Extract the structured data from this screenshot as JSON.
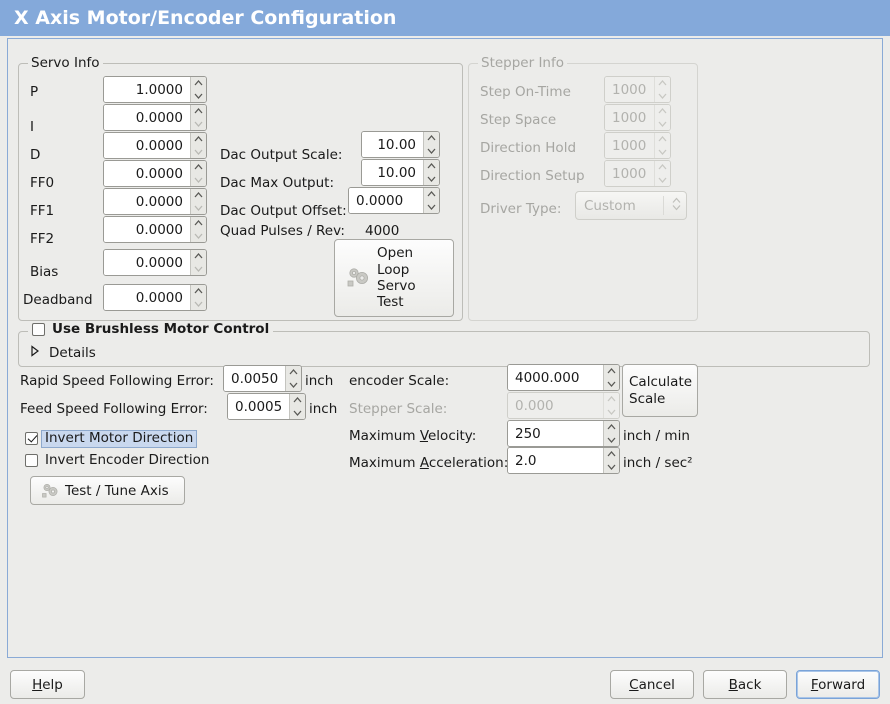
{
  "window": {
    "title": "X Axis Motor/Encoder Configuration"
  },
  "servo_info": {
    "legend": "Servo Info",
    "fields": [
      {
        "label": "P",
        "value": "1.0000"
      },
      {
        "label": "I",
        "value": "0.0000"
      },
      {
        "label": "D",
        "value": "0.0000"
      },
      {
        "label": "FF0",
        "value": "0.0000"
      },
      {
        "label": "FF1",
        "value": "0.0000"
      },
      {
        "label": "FF2",
        "value": "0.0000"
      },
      {
        "label": "Bias",
        "value": "0.0000"
      },
      {
        "label": "Deadband",
        "value": "0.0000"
      }
    ],
    "dac": [
      {
        "label": "Dac Output Scale:",
        "value": "10.00"
      },
      {
        "label": "Dac Max Output:",
        "value": "10.00"
      },
      {
        "label": "Dac Output Offset:",
        "value": "0.0000"
      }
    ],
    "quad_pulses_label": "Quad Pulses / Rev:",
    "quad_pulses_value": "4000",
    "open_loop_button": "Open\nLoop\nServo\nTest",
    "open_loop_lines": [
      "Open",
      "Loop",
      "Servo",
      "Test"
    ]
  },
  "stepper_info": {
    "legend": "Stepper Info",
    "enabled": false,
    "fields": [
      {
        "label": "Step On-Time",
        "value": "1000"
      },
      {
        "label": "Step Space",
        "value": "1000"
      },
      {
        "label": "Direction Hold",
        "value": "1000"
      },
      {
        "label": "Direction Setup",
        "value": "1000"
      }
    ],
    "driver_type_label": "Driver Type:",
    "driver_type_value": "Custom"
  },
  "brushless": {
    "checkbox_label": "Use Brushless Motor Control",
    "checked": false,
    "details_label": "Details",
    "details_expanded": false
  },
  "tuning": {
    "rapid_label": "Rapid Speed Following Error:",
    "rapid_value": "0.0050",
    "rapid_unit": "inch",
    "feed_label": "Feed Speed Following Error:",
    "feed_value": "0.0005",
    "feed_unit": "inch",
    "invert_motor_label": "Invert Motor Direction",
    "invert_motor_checked": true,
    "invert_encoder_label": "Invert Encoder Direction",
    "invert_encoder_checked": false,
    "test_tune_label": "Test / Tune Axis"
  },
  "scales": {
    "encoder_scale_label": "encoder Scale:",
    "encoder_scale_value": "4000.000",
    "stepper_scale_label": "Stepper Scale:",
    "stepper_scale_value": "0.000",
    "stepper_scale_enabled": false,
    "calculate_scale_lines": [
      "Calculate",
      "Scale"
    ],
    "max_velocity_label_pre": "Maximum ",
    "max_velocity_label_key": "V",
    "max_velocity_label_post": "elocity:",
    "max_velocity_value": "250",
    "max_velocity_unit": "inch / min",
    "max_accel_label_pre": "Maximum ",
    "max_accel_label_key": "A",
    "max_accel_label_post": "cceleration:",
    "max_accel_value": "2.0",
    "max_accel_unit": "inch / sec²"
  },
  "footer": {
    "help_key": "H",
    "help_rest": "elp",
    "cancel_key": "C",
    "cancel_rest": "ancel",
    "back_key": "B",
    "back_rest": "ack",
    "forward_key": "F",
    "forward_rest": "orward"
  },
  "colors": {
    "titlebar": "#84a9da",
    "background": "#ececea",
    "frame_border": "#8aaad6",
    "selection": "#c9d8ee",
    "disabled_text": "#b2b2ae"
  }
}
